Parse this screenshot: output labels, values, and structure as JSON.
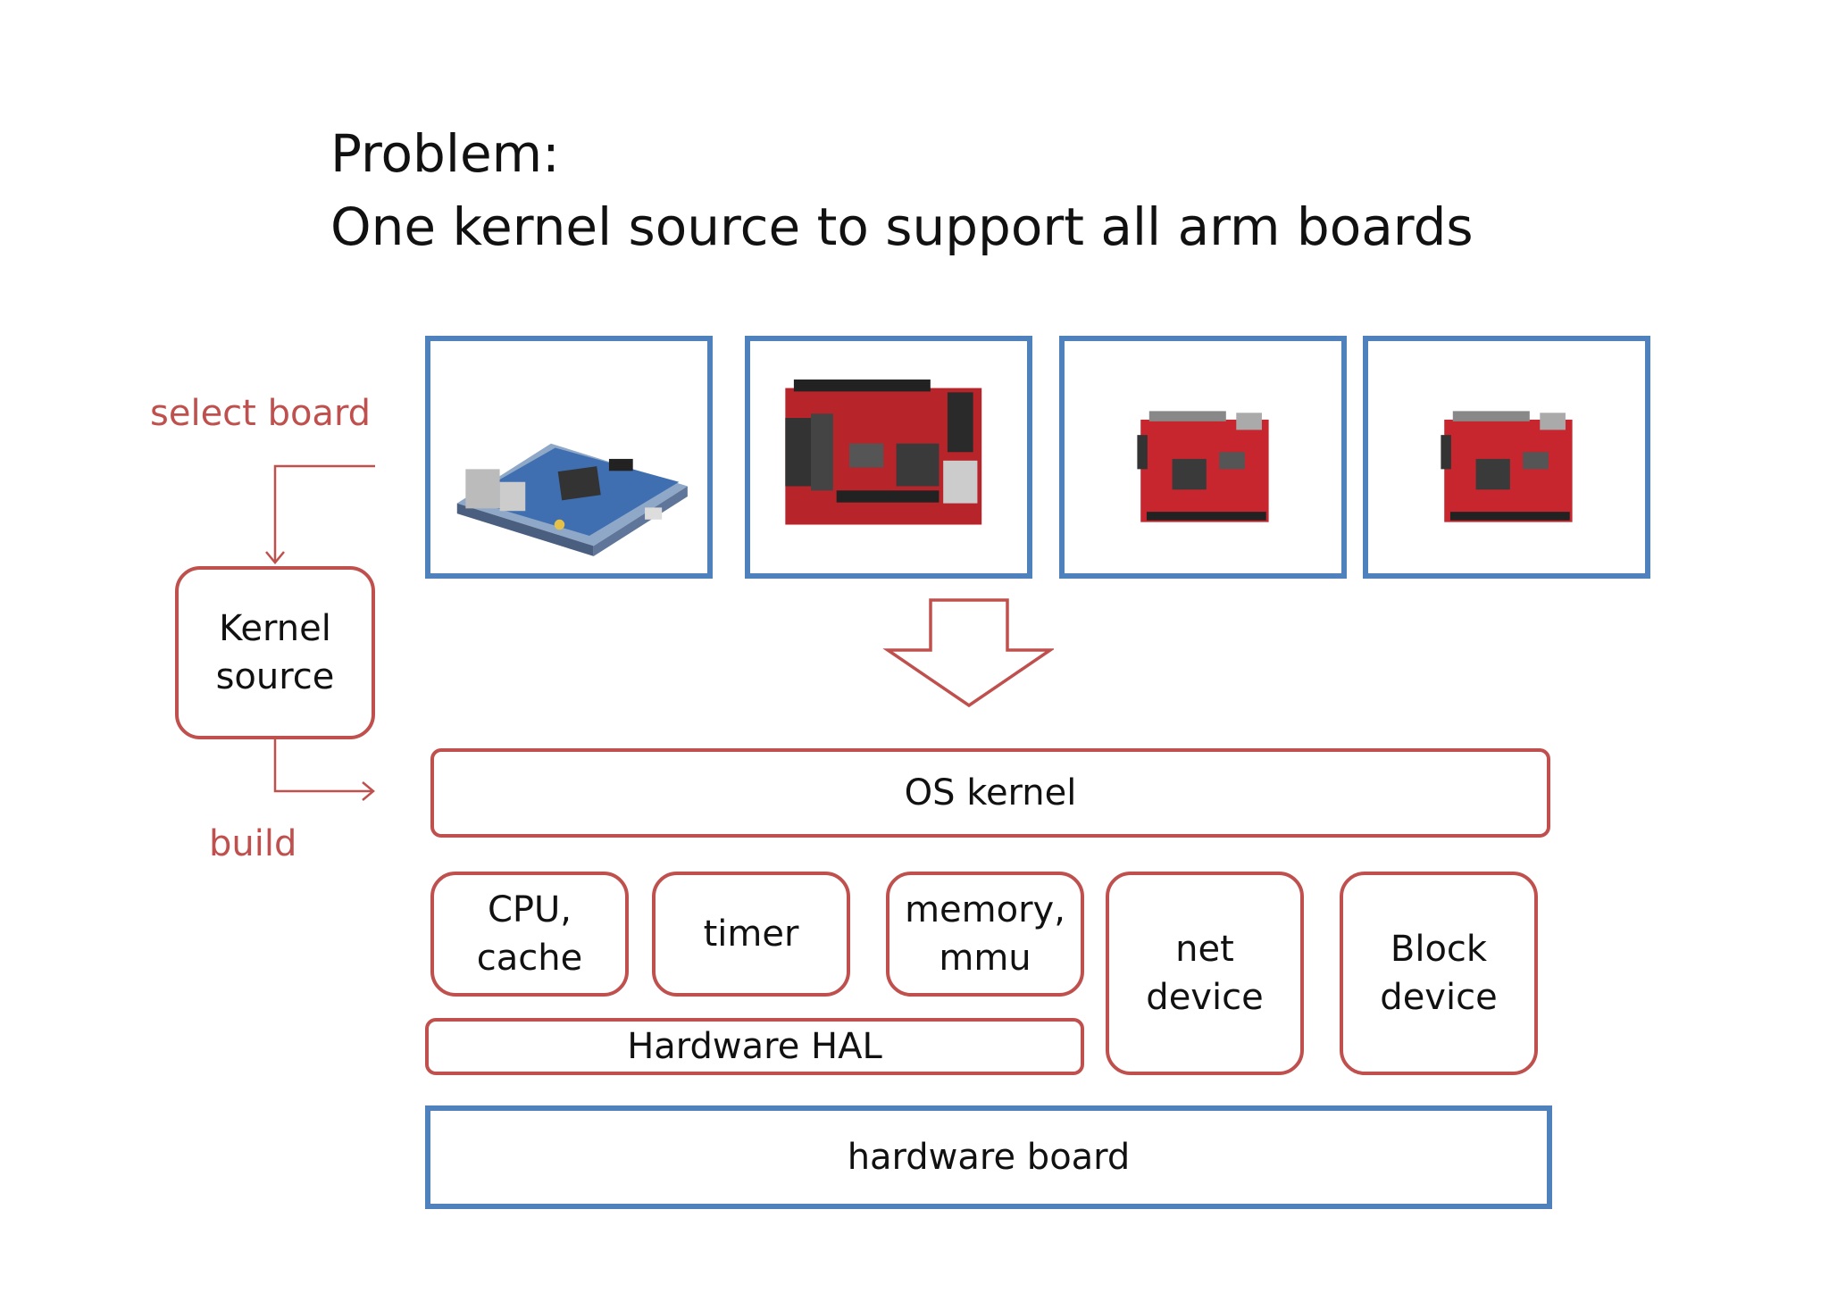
{
  "title": {
    "line1": "Problem:",
    "line2": "One kernel source to support all arm boards"
  },
  "flow": {
    "select_label": "select board",
    "kernel_label": "Kernel\nsource",
    "build_label": "build"
  },
  "boards": [
    {
      "icon": "blue-board-photo"
    },
    {
      "icon": "red-board-photo"
    },
    {
      "icon": "red-board-photo"
    },
    {
      "icon": "red-board-photo"
    }
  ],
  "stack": {
    "os_kernel": "OS kernel",
    "cpu": "CPU,\ncache",
    "timer": "timer",
    "memory": "memory,\nmmu",
    "net": "net\ndevice",
    "block": "Block\ndevice",
    "hal": "Hardware HAL",
    "hardware": "hardware board"
  },
  "colors": {
    "red": "#c0504d",
    "blue": "#4f81bd"
  }
}
